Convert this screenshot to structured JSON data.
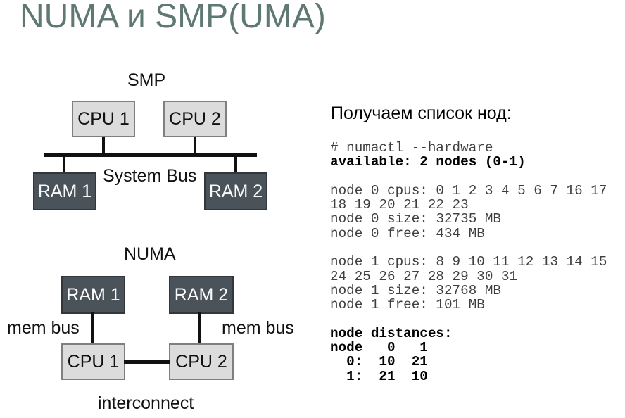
{
  "title": "NUMA и SMP(UMA)",
  "colors": {
    "title-color": "#5f7873",
    "cpu-fill": "#dcdcdc",
    "cpu-border": "#7f7f7f",
    "ram-fill": "#4a525a",
    "ram-border": "#31373d",
    "line-color": "#111111",
    "mono-color": "#3f3f3f",
    "mono-bold-color": "#000000"
  },
  "smp": {
    "label": "SMP",
    "cpu1": "CPU 1",
    "cpu2": "CPU 2",
    "ram1": "RAM 1",
    "ram2": "RAM 2",
    "bus_label": "System Bus"
  },
  "numa": {
    "label": "NUMA",
    "ram1": "RAM 1",
    "ram2": "RAM 2",
    "cpu1": "CPU 1",
    "cpu2": "CPU 2",
    "mem_bus_left": "mem bus",
    "mem_bus_right": "mem bus",
    "interconnect_label": "interconnect"
  },
  "right": {
    "heading": "Получаем список нод:"
  },
  "terminal": {
    "lines": [
      {
        "text": "# numactl --hardware",
        "bold": false
      },
      {
        "text": "available: 2 nodes (0-1)",
        "bold": true
      },
      {
        "text": "",
        "bold": false
      },
      {
        "text": "node 0 cpus: 0 1 2 3 4 5 6 7 16 17",
        "bold": false
      },
      {
        "text": "18 19 20 21 22 23",
        "bold": false
      },
      {
        "text": "node 0 size: 32735 MB",
        "bold": false
      },
      {
        "text": "node 0 free: 434 MB",
        "bold": false
      },
      {
        "text": "",
        "bold": false
      },
      {
        "text": "node 1 cpus: 8 9 10 11 12 13 14 15",
        "bold": false
      },
      {
        "text": "24 25 26 27 28 29 30 31",
        "bold": false
      },
      {
        "text": "node 1 size: 32768 MB",
        "bold": false
      },
      {
        "text": "node 1 free: 101 MB",
        "bold": false
      },
      {
        "text": "",
        "bold": false
      },
      {
        "text": "node distances:",
        "bold": true
      },
      {
        "text": "node   0   1",
        "bold": true
      },
      {
        "text": "  0:  10  21",
        "bold": true
      },
      {
        "text": "  1:  21  10",
        "bold": true
      }
    ]
  }
}
